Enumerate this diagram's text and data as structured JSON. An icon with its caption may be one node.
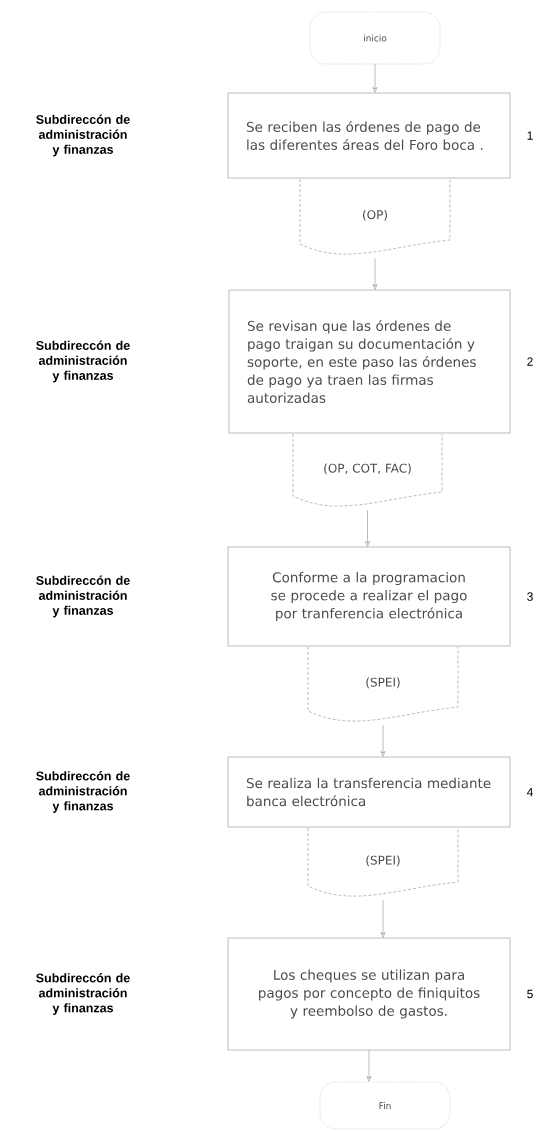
{
  "diagram": {
    "nodes": [
      {
        "text": [
          "inicio"
        ]
      },
      {
        "text": [
          "Se reciben las órdenes de pago de las diferentes áreas del Foro boca ."
        ],
        "beside": [
          "1"
        ]
      },
      {
        "text": [
          "(OP)"
        ]
      },
      {
        "text": [
          "Se revisan que las órdenes de pago traigan su documentación y soporte, en este paso las órdenes de pago ya traen las firmas autorizadas"
        ],
        "beside": [
          "2"
        ]
      },
      {
        "text": [
          "(OP, COT, FAC)"
        ]
      },
      {
        "text": [
          "Conforme a la programacion se procede a realizar el pago por tranferencia electrónica"
        ],
        "beside": [
          "3"
        ]
      },
      {
        "text": [
          "(SPEI)"
        ]
      },
      {
        "text": [
          "Se realiza la transferencia mediante banca electrónica"
        ],
        "beside": [
          "4"
        ]
      },
      {
        "text": [
          "(SPEI)"
        ]
      },
      {
        "text": [
          "Los cheques se utilizan para pagos por concepto de finiquitos y reembolso de gastos."
        ],
        "beside": [
          "5"
        ]
      },
      {
        "text": [
          "Fin"
        ]
      }
    ],
    "edges": [
      {
        "from": 0,
        "to": 1,
        "arrow": "to"
      },
      {
        "from": 2,
        "to": 3,
        "arrow": "to"
      },
      {
        "from": 4,
        "to": 5,
        "arrow": "to"
      },
      {
        "from": 6,
        "to": 7,
        "arrow": "to"
      },
      {
        "from": 8,
        "to": 9,
        "arrow": "to"
      },
      {
        "from": 9,
        "to": 10,
        "arrow": "to"
      }
    ],
    "labels": [
      "Subdireccón de administración y finanzas",
      "Subdireccón de administración y finanzas",
      "Subdireccón de administración y finanzas",
      "Subdireccón de administración y finanzas",
      "Subdireccón de administración y finanzas"
    ]
  }
}
